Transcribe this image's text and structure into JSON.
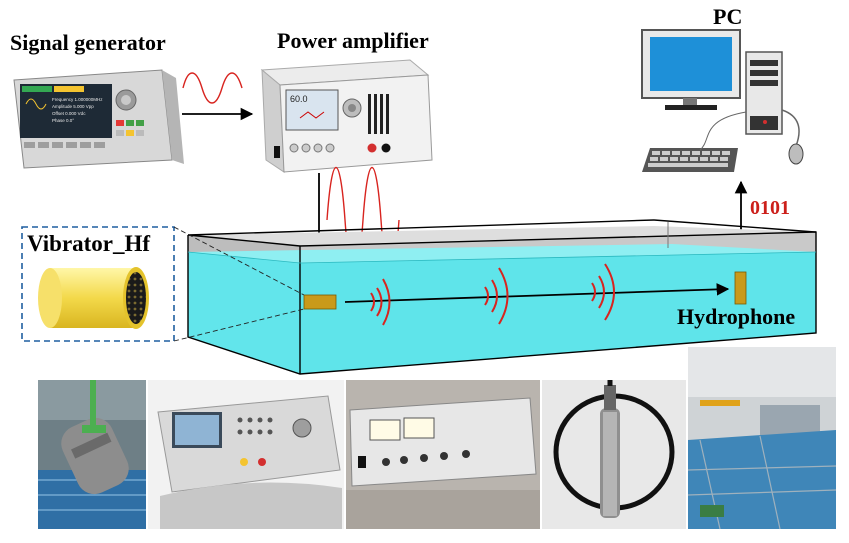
{
  "labels": {
    "signal_generator": "Signal generator",
    "power_amplifier": "Power amplifier",
    "pc": "PC",
    "vibrator": "Vibrator_Hf",
    "hydrophone": "Hydrophone",
    "data_bits": "0101"
  },
  "device_screens": {
    "signal_generator_rows": [
      "Frequency  1.000000MHz",
      "Amplitude  5.000 Vpp",
      "Offset  0.000 Vdc",
      "Phase  0.0°"
    ],
    "power_amplifier_value": "60.0"
  },
  "colors": {
    "water": "#5fe4ea",
    "wave": "#d8241f",
    "data_text": "#cc1f1a",
    "source_block": "#c99a1a",
    "dashed_box": "#1f5fa0"
  }
}
